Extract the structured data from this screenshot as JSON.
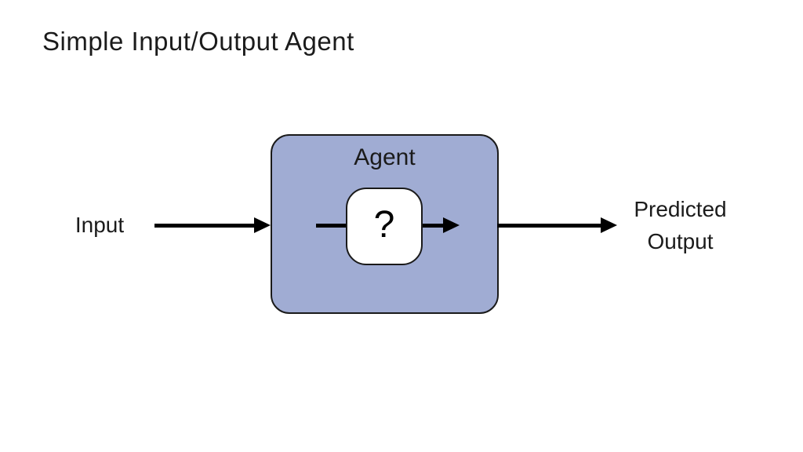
{
  "slide": {
    "title": "Simple Input/Output Agent"
  },
  "diagram": {
    "input_label": "Input",
    "agent_label": "Agent",
    "question_mark": "?",
    "output_label": "Predicted Output",
    "colors": {
      "agent_box_fill": "#A0ACD3",
      "box_border": "#1A1A1A",
      "inner_box_fill": "#FFFFFF",
      "arrow": "#000000",
      "text": "#1B1B1B",
      "background": "#FFFFFF"
    }
  }
}
